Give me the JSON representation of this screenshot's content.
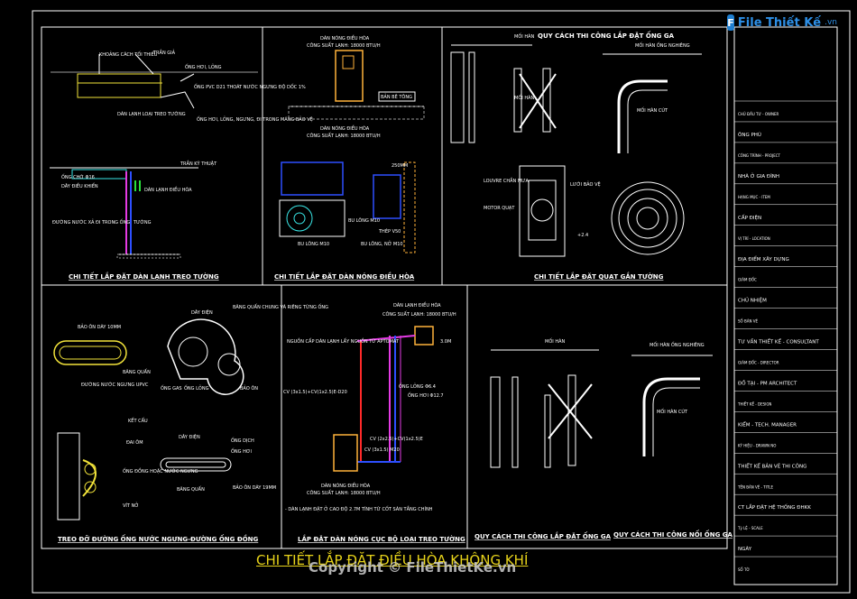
{
  "brand": {
    "logo_letter": "F",
    "name": "File Thiết Kế",
    "suffix": ".vn"
  },
  "watermark": "Copyright © FileThietKe.vn",
  "main_title": "CHI TIẾT LẮP ĐẶT ĐIỀU HÒA KHÔNG KHÍ",
  "panels": {
    "p1": {
      "caption": "CHI TIẾT LẮP ĐẶT DÀN LẠNH TREO TƯỜNG",
      "labels": [
        "KHOẢNG CÁCH TỐI THIỂU",
        "TRẦN GIẢ",
        "ỐNG HƠI, LỎNG",
        "ỐNG PVC D21 THOÁT NƯỚC NGƯNG ĐỘ DỐC 1%",
        "DÀN LẠNH LOẠI TREO TƯỜNG",
        "ỐNG HƠI, LỎNG, NGƯNG, ĐI TRONG MÁNG BẢO VỆ",
        "ỐNG CHỜ Φ16",
        "TRẦN KỸ THUẬT",
        "DÂY ĐIỀU KHIỂN",
        "DÀN LẠNH ĐIỀU HÒA",
        "ĐƯỜNG NƯỚC XẢ ĐI TRONG ỐNG",
        "TƯỜNG"
      ]
    },
    "p2": {
      "caption": "CHI TIẾT LẮP ĐẶT DÀN NÓNG ĐIỀU HÒA",
      "labels": [
        "DÀN NÓNG ĐIỀU HÒA",
        "CÔNG SUẤT LẠNH: 18000 BTU/H",
        "BẢN BÊ TÔNG",
        "DÀN NÓNG ĐIỀU HÒA",
        "CÔNG SUẤT LẠNH: 18000 BTU/H",
        "250MM",
        "BU LÔNG M10",
        "THÉP V50",
        "BU LÔNG M10",
        "BU LÔNG, NỞ M10"
      ]
    },
    "p3": {
      "title": "QUY CÁCH THI CÔNG LẮP ĐẶT ỐNG GA",
      "caption": "CHI TIẾT LẮP ĐẶT QUẠT GẮN TƯỜNG",
      "labels": [
        "MỐI HÀN",
        "MỐI HÀN ỐNG NGHIÊNG",
        "MỐI HÀN",
        "MỐI HÀN CÚT",
        "LOUVRE CHẮN MƯA",
        "LƯỚI BẢO VỆ",
        "MOTOR QUẠT",
        "+2.4"
      ]
    },
    "p4": {
      "caption": "TREO ĐỠ ĐƯỜNG ỐNG NƯỚC NGƯNG-ĐƯỜNG ỐNG ĐỒNG",
      "labels": [
        "BẢO ÔN DÀY 10MM",
        "BĂNG QUẤN",
        "ĐƯỜNG NƯỚC NGƯNG UPVC",
        "DÂY ĐIỆN",
        "BĂNG QUẤN CHUNG VÀ RIÊNG TỪNG ỐNG",
        "ỐNG GAS",
        "ỐNG LỎNG",
        "BẢO ÔN",
        "KẾT CẤU",
        "ĐAI ÔM",
        "ỐNG ĐỒNG HOẶC NƯỚC NGƯNG",
        "VÍT NỞ",
        "DÂY ĐIỆN",
        "ỐNG DỊCH",
        "ỐNG HƠI",
        "BẢO ÔN DÀY 19MM",
        "BĂNG QUẤN"
      ]
    },
    "p5": {
      "caption": "LẮP ĐẶT DÀN NÓNG CỤC BỘ LOẠI TREO TƯỜNG",
      "labels": [
        "DÀN LẠNH ĐIỀU HÒA",
        "CÔNG SUẤT LẠNH: 18000 BTU/H",
        "NGUỒN CẤP DÀN LẠNH LẤY NGUỒN TỪ APTOMAT",
        "3.0M",
        "CV (3x1.5)+CV(1x2.5)E-D20",
        "ỐNG LỎNG Φ6.4",
        "ỐNG HƠI Φ12.7",
        "CV (2x2.5)+CV(1x2.5)E",
        "CV (3x1.5) M20",
        "DÀN NÓNG ĐIỀU HÒA",
        "CÔNG SUẤT LẠNH: 18000 BTU/H",
        "- DÀN LẠNH ĐẶT Ở CAO ĐỘ 2.7M TÍNH TỪ CỐT SÀN TẦNG CHÍNH"
      ]
    },
    "p6": {
      "caption": "QUY CÁCH THI CÔNG LẮP ĐẶT ỐNG GA",
      "labels": [
        "MỐI HÀN",
        "MỐI HÀN ỐNG NGHIÊNG",
        "MỐI HÀN CÚT"
      ]
    },
    "p7": {
      "caption": "QUY CÁCH THI CÔNG NỐI ỐNG GA"
    }
  },
  "title_block": {
    "rows": [
      "CHỦ ĐẦU TƯ - OWNER",
      "ÔNG PHÚ",
      "CÔNG TRÌNH - PROJECT",
      "NHÀ Ở GIA ĐÌNH",
      "HẠNG MỤC - ITEM",
      "CẤP ĐIỆN",
      "VỊ TRÍ - LOCATION",
      "ĐỊA ĐIỂM XÂY DỰNG",
      "GIÁM ĐỐC",
      "CHỦ NHIỆM",
      "SỐ BẢN VẼ",
      "TƯ VẤN THIẾT KẾ - CONSULTANT",
      "GIÁM ĐỐC - DIRECTOR",
      "ĐỒ TẠI - PM ARCHITECT",
      "THIẾT KẾ - DESIGN",
      "KIỂM - TECH. MANAGER",
      "KÝ HIỆU - DRAWN NO",
      "THIẾT KẾ BẢN VẼ THI CÔNG",
      "TÊN BẢN VẼ - TITLE",
      "CT LẮP ĐẶT HỆ THỐNG ĐHKK",
      "Tỷ LỆ - SCALE",
      "NGÀY",
      "SỐ TỜ"
    ]
  },
  "colors": {
    "bg": "#000000",
    "frame": "#ffffff",
    "cyan": "#39e6e6",
    "yellow": "#f2e33a",
    "red": "#ff2a2a",
    "magenta": "#e53be5",
    "blue": "#2d4fff",
    "green": "#29e03a",
    "orange": "#ffb23a",
    "gray": "#9a9a9a"
  }
}
